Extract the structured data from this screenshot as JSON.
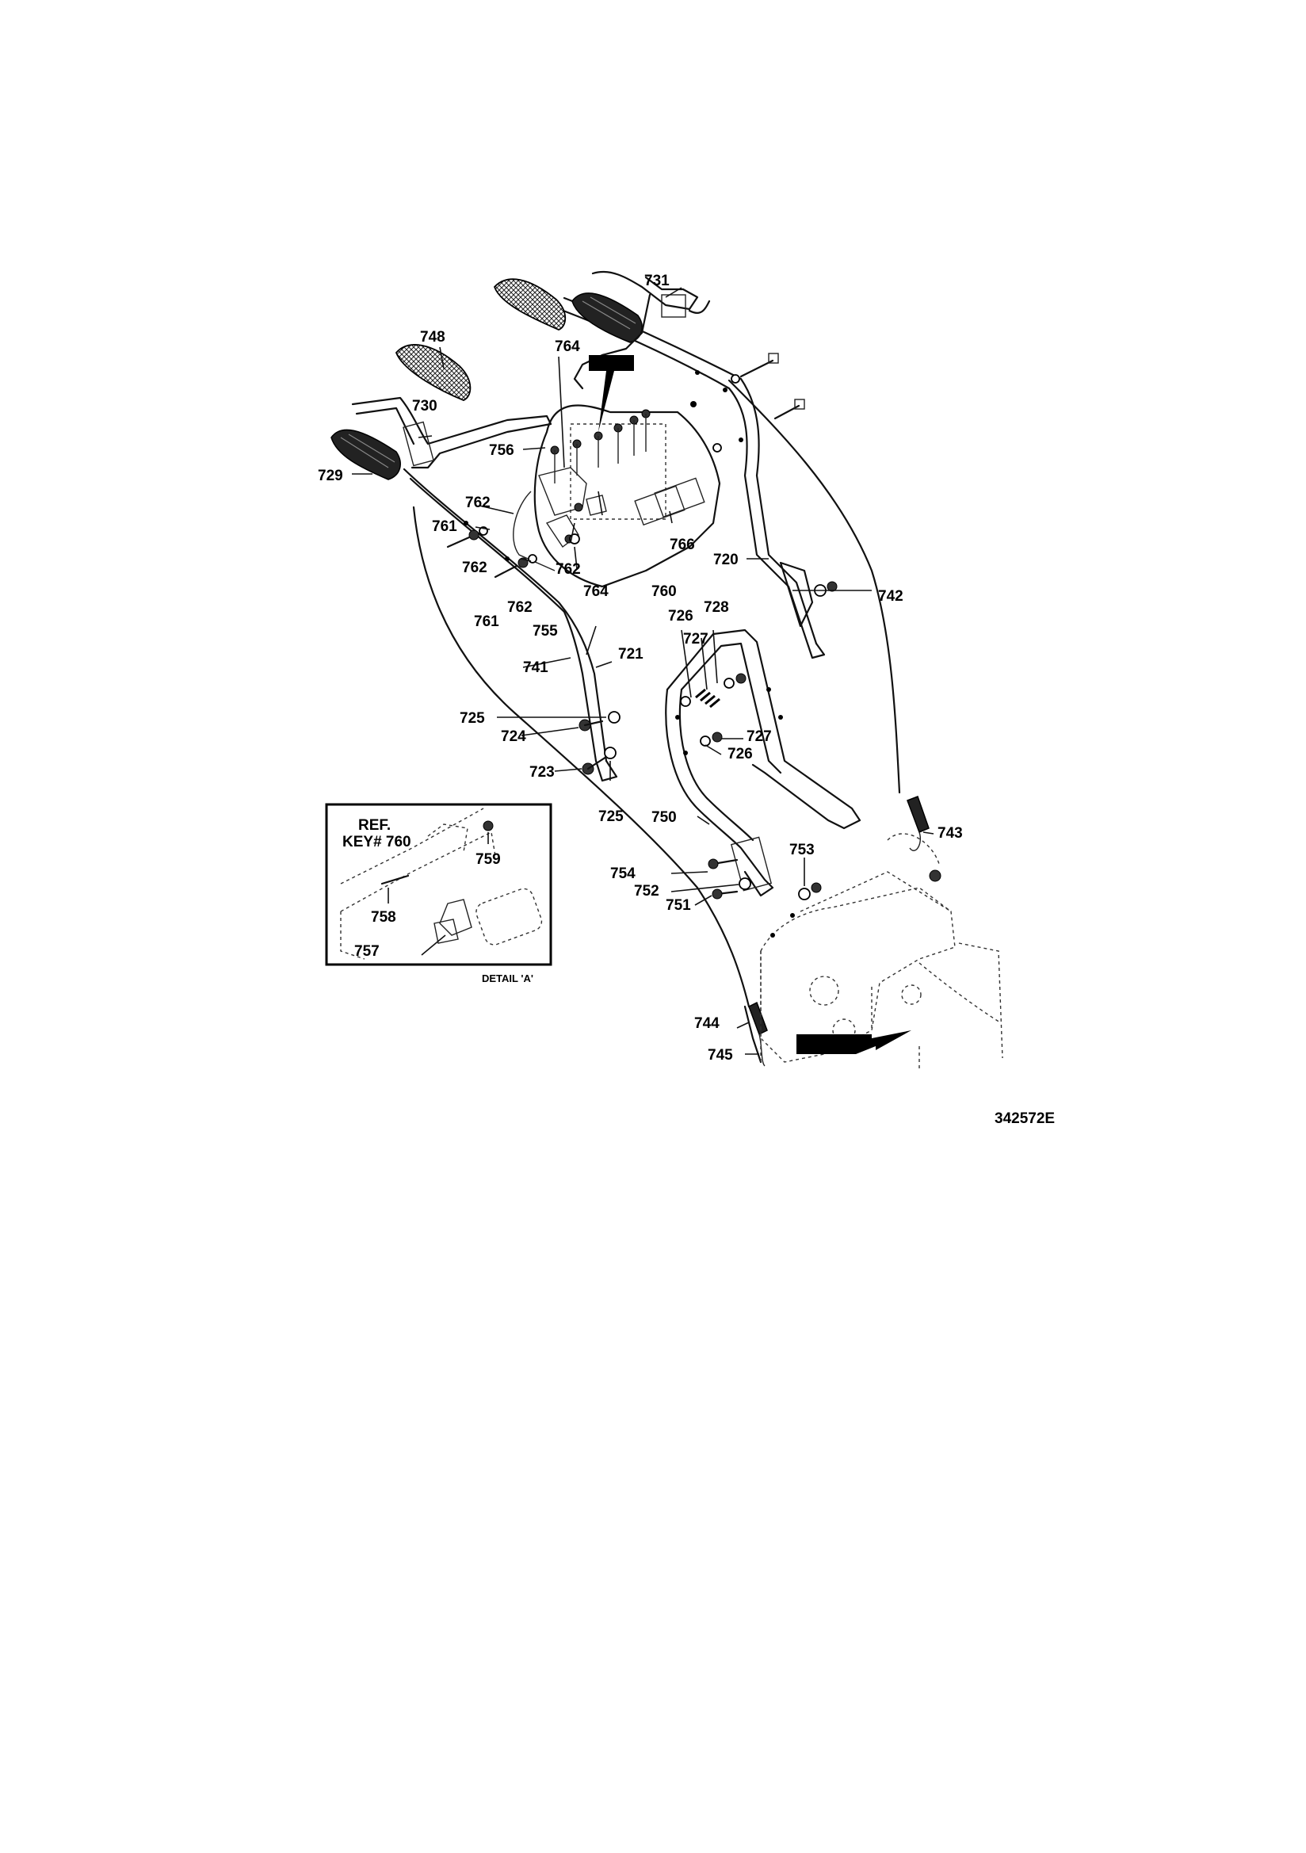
{
  "diagram": {
    "part_number": "342572E",
    "callouts": {
      "k720": "720",
      "k721": "721",
      "k723": "723",
      "k724": "724",
      "k725a": "725",
      "k725b": "725",
      "k726a": "726",
      "k726b": "726",
      "k727a": "727",
      "k727b": "727",
      "k728": "728",
      "k729": "729",
      "k730": "730",
      "k731": "731",
      "k741": "741",
      "k742": "742",
      "k743": "743",
      "k744": "744",
      "k745": "745",
      "k748": "748",
      "k750": "750",
      "k751": "751",
      "k752": "752",
      "k753": "753",
      "k754": "754",
      "k755": "755",
      "k756": "756",
      "k760": "760",
      "k761a": "761",
      "k761b": "761",
      "k762a": "762",
      "k762b": "762",
      "k762c": "762",
      "k762d": "762",
      "k764a": "764",
      "k764b": "764",
      "k766": "766"
    },
    "inset": {
      "ref_line1": "REF.",
      "ref_line2": "KEY# 760",
      "k757": "757",
      "k758": "758",
      "k759": "759",
      "caption": "DETAIL 'A'"
    }
  }
}
